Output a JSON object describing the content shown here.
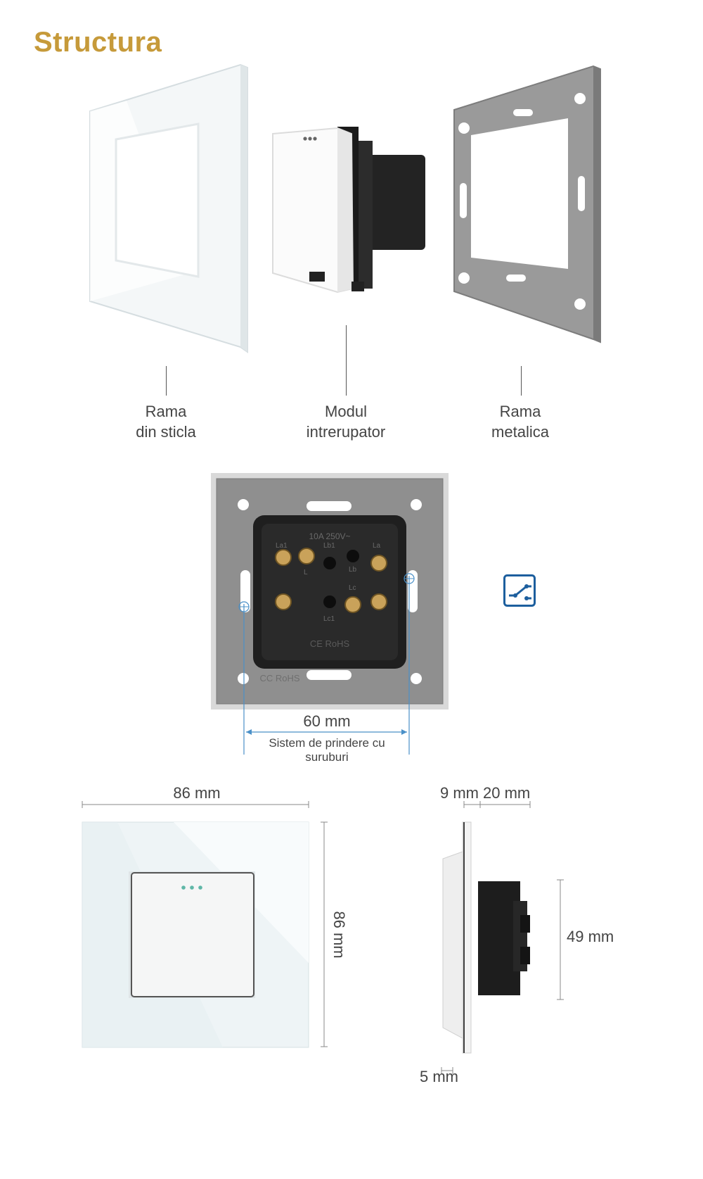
{
  "section_title": "Structura",
  "parts": [
    {
      "line1": "Rama",
      "line2": "din sticla"
    },
    {
      "line1": "Modul",
      "line2": "intrerupator"
    },
    {
      "line1": "Rama",
      "line2": "metalica"
    }
  ],
  "back_view": {
    "module_rating": "10A 250V~",
    "terminal_labels": [
      "La1",
      "Lb1",
      "La",
      "Lc",
      "Lb",
      "L",
      "Lc1"
    ],
    "cert_marks": "CE RoHS",
    "frame_marks": "CC RoHS",
    "mounting_distance": "60 mm",
    "mounting_note": "Sistem de prindere cu suruburi"
  },
  "switch_type_icon": "two-way-switch-icon",
  "dimensions": {
    "width": "86 mm",
    "height": "86 mm",
    "glass_depth": "9 mm",
    "module_depth": "20 mm",
    "module_height": "49 mm",
    "bottom_depth": "5 mm"
  },
  "colors": {
    "title": "#c69a3a",
    "dimension_line": "#4a90c8",
    "icon": "#1d5f9e",
    "metal_frame": "#8e8e8e",
    "module_body": "#1e1e1e"
  }
}
